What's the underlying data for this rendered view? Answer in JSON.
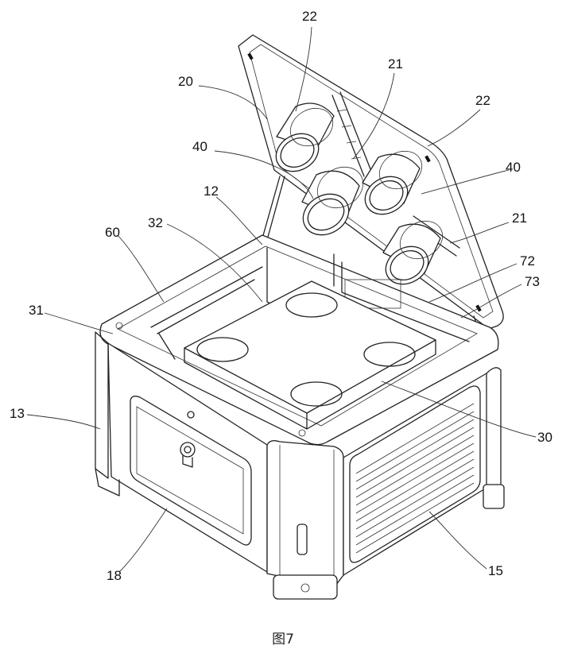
{
  "figure": {
    "caption": "图7",
    "reference_labels": {
      "r22_top": "22",
      "r21_top": "21",
      "r20": "20",
      "r22_right": "22",
      "r40_left": "40",
      "r40_right": "40",
      "r12": "12",
      "r21_right": "21",
      "r32": "32",
      "r60": "60",
      "r72": "72",
      "r73": "73",
      "r31": "31",
      "r13": "13",
      "r30": "30",
      "r18": "18",
      "r15": "15"
    }
  }
}
